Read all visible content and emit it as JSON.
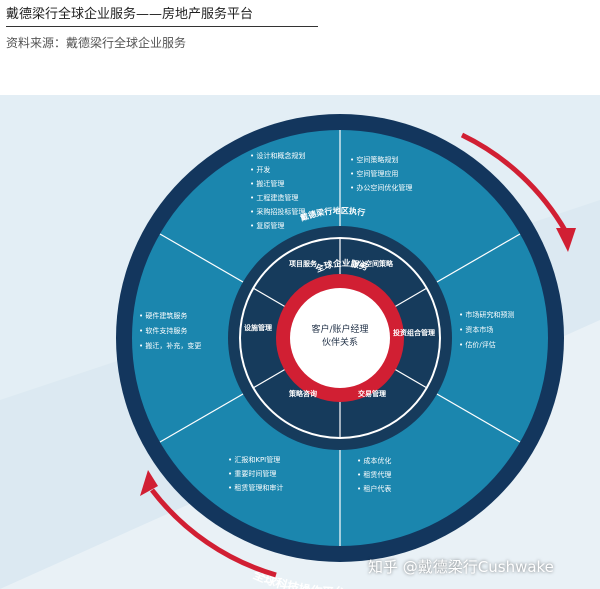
{
  "header": {
    "title": "戴德梁行全球企业服务——房地产服务平台",
    "source": "资料来源：戴德梁行全球企业服务"
  },
  "diagram": {
    "outer_ring_label": "全球科技操作平台",
    "outer_ring_label_bottom": "全球科技操作平台",
    "middle_ring_label": "戴德梁行地区执行",
    "inner_ring_label": "全球企业服务",
    "center_line1": "客户/账户经理",
    "center_line2": "伙伴关系",
    "colors": {
      "outer_ring": "#13365d",
      "sector": "#1b86ae",
      "inner_segment": "#163b5c",
      "red": "#d11f33",
      "center": "#ffffff"
    },
    "inner_segments": {
      "project": "项目服务",
      "space": "办公空间策略",
      "portfolio": "投资组合管理",
      "transaction": "交易管理",
      "strategy": "策略咨询",
      "facility": "设施管理"
    },
    "sectors": {
      "top_left": [
        "设计和概念规划",
        "开发",
        "搬迁管理",
        "工程建造管理",
        "采购招投标管理",
        "复原管理"
      ],
      "top_right": [
        "空间策略规划",
        "空间管理应用",
        "办公空间优化管理"
      ],
      "right": [
        "市场研究和预测",
        "资本市场",
        "估价/评估"
      ],
      "bottom_right": [
        "成本优化",
        "租赁代理",
        "租户代表"
      ],
      "bottom_left": [
        "汇报和KPI管理",
        "重要时间管理",
        "租赁管理和审计"
      ],
      "left": [
        "硬件建筑服务",
        "软件支持服务",
        "搬迁，补充，变更"
      ]
    }
  },
  "watermark": "知乎 @戴德梁行Cushwake"
}
